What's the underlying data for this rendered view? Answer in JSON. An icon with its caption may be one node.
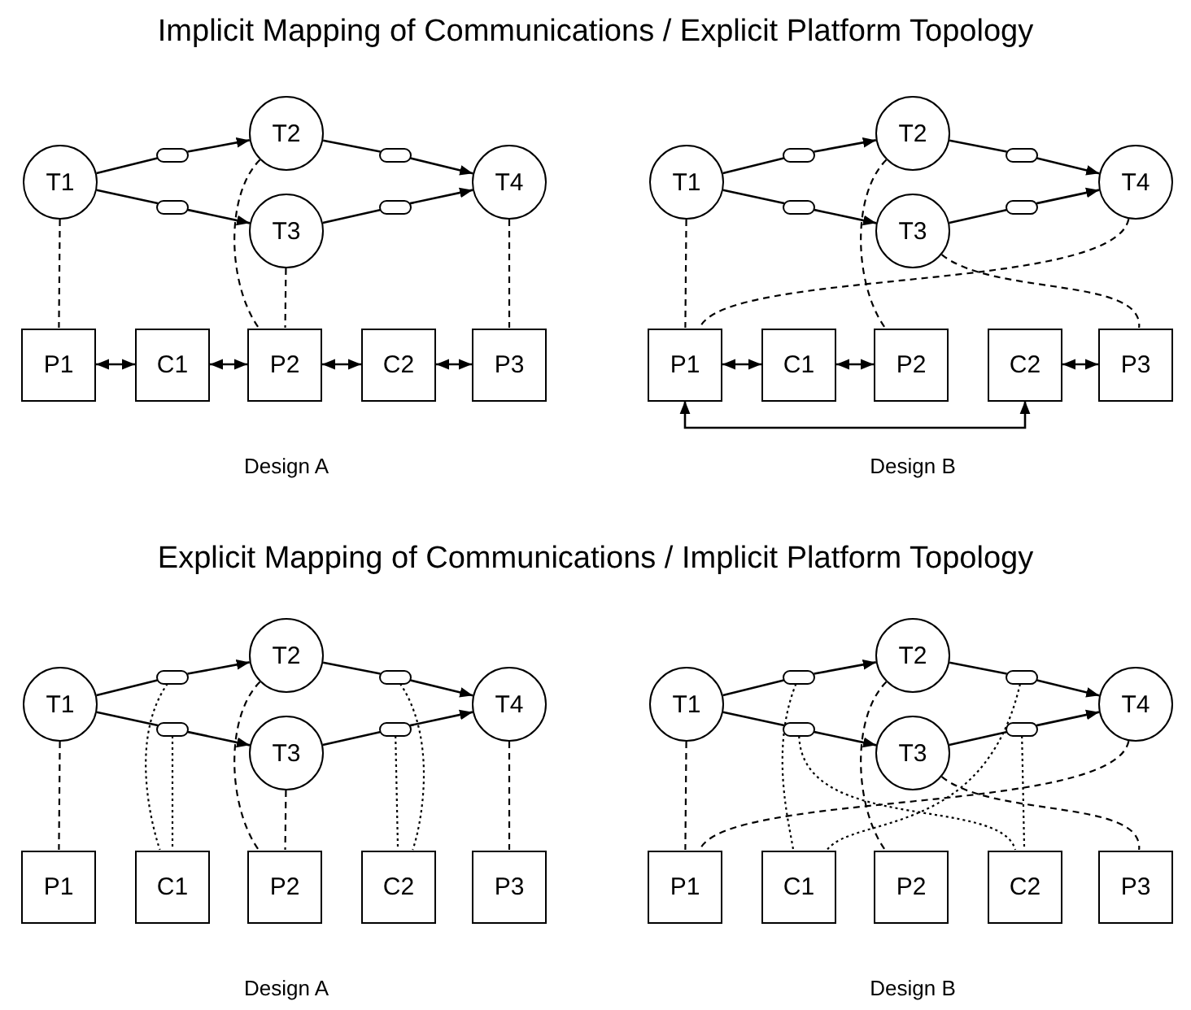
{
  "diagram": {
    "nodes": [
      {
        "text": [
          "T1"
        ]
      },
      {
        "text": [
          "T2"
        ]
      },
      {
        "text": [
          "T3"
        ]
      },
      {
        "text": [
          "T4"
        ]
      },
      {
        "text": [],
        "shape": "ellipse"
      },
      {
        "text": [],
        "shape": "ellipse"
      },
      {
        "text": [],
        "shape": "ellipse"
      },
      {
        "text": [],
        "shape": "ellipse"
      },
      {
        "text": [
          "P1"
        ]
      },
      {
        "text": [
          "C1"
        ]
      },
      {
        "text": [
          "P2"
        ]
      },
      {
        "text": [
          "C2"
        ]
      },
      {
        "text": [
          "P3"
        ]
      },
      {
        "text": [
          "T1"
        ]
      },
      {
        "text": [
          "T2"
        ]
      },
      {
        "text": [
          "T3"
        ]
      },
      {
        "text": [
          "T4"
        ]
      },
      {
        "text": [],
        "shape": "ellipse"
      },
      {
        "text": [],
        "shape": "ellipse"
      },
      {
        "text": [],
        "shape": "ellipse"
      },
      {
        "text": [],
        "shape": "ellipse"
      },
      {
        "text": [
          "P1"
        ]
      },
      {
        "text": [
          "C1"
        ]
      },
      {
        "text": [
          "P2"
        ]
      },
      {
        "text": [
          "C2"
        ]
      },
      {
        "text": [
          "P3"
        ]
      },
      {
        "text": [
          "T1"
        ]
      },
      {
        "text": [
          "T2"
        ]
      },
      {
        "text": [
          "T3"
        ]
      },
      {
        "text": [
          "T4"
        ]
      },
      {
        "text": [],
        "shape": "ellipse"
      },
      {
        "text": [],
        "shape": "ellipse"
      },
      {
        "text": [],
        "shape": "ellipse"
      },
      {
        "text": [],
        "shape": "ellipse"
      },
      {
        "text": [
          "P1"
        ]
      },
      {
        "text": [
          "C1"
        ]
      },
      {
        "text": [
          "P2"
        ]
      },
      {
        "text": [
          "C2"
        ]
      },
      {
        "text": [
          "P3"
        ]
      },
      {
        "text": [
          "T1"
        ]
      },
      {
        "text": [
          "T2"
        ]
      },
      {
        "text": [
          "T3"
        ]
      },
      {
        "text": [
          "T4"
        ]
      },
      {
        "text": [],
        "shape": "ellipse"
      },
      {
        "text": [],
        "shape": "ellipse"
      },
      {
        "text": [],
        "shape": "ellipse"
      },
      {
        "text": [],
        "shape": "ellipse"
      },
      {
        "text": [
          "P1"
        ]
      },
      {
        "text": [
          "C1"
        ]
      },
      {
        "text": [
          "P2"
        ]
      },
      {
        "text": [
          "C2"
        ]
      },
      {
        "text": [
          "P3"
        ]
      }
    ],
    "edges": [
      {
        "from": 0,
        "to": 4,
        "arrow": "none"
      },
      {
        "from": 4,
        "to": 1,
        "arrow": "to"
      },
      {
        "from": 0,
        "to": 5,
        "arrow": "none"
      },
      {
        "from": 5,
        "to": 2,
        "arrow": "to"
      },
      {
        "from": 1,
        "to": 6,
        "arrow": "none"
      },
      {
        "from": 6,
        "to": 3,
        "arrow": "to"
      },
      {
        "from": 2,
        "to": 7,
        "arrow": "none"
      },
      {
        "from": 7,
        "to": 3,
        "arrow": "to"
      },
      {
        "from": 0,
        "to": 8,
        "arrow": "none",
        "style": "dashed"
      },
      {
        "from": 1,
        "to": 10,
        "arrow": "none",
        "style": "dashed"
      },
      {
        "from": 2,
        "to": 10,
        "arrow": "none",
        "style": "dashed"
      },
      {
        "from": 3,
        "to": 12,
        "arrow": "none",
        "style": "dashed"
      },
      {
        "from": 8,
        "to": 9,
        "arrow": "both"
      },
      {
        "from": 9,
        "to": 10,
        "arrow": "both"
      },
      {
        "from": 10,
        "to": 11,
        "arrow": "both"
      },
      {
        "from": 11,
        "to": 12,
        "arrow": "both"
      },
      {
        "from": 13,
        "to": 17,
        "arrow": "none"
      },
      {
        "from": 17,
        "to": 14,
        "arrow": "to"
      },
      {
        "from": 13,
        "to": 18,
        "arrow": "none"
      },
      {
        "from": 18,
        "to": 15,
        "arrow": "to"
      },
      {
        "from": 14,
        "to": 19,
        "arrow": "none"
      },
      {
        "from": 19,
        "to": 16,
        "arrow": "to"
      },
      {
        "from": 15,
        "to": 20,
        "arrow": "none"
      },
      {
        "from": 20,
        "to": 16,
        "arrow": "to"
      },
      {
        "from": 13,
        "to": 21,
        "arrow": "none",
        "style": "dashed"
      },
      {
        "from": 14,
        "to": 23,
        "arrow": "none",
        "style": "dashed"
      },
      {
        "from": 15,
        "to": 25,
        "arrow": "none",
        "style": "dashed"
      },
      {
        "from": 16,
        "to": 21,
        "arrow": "none",
        "style": "dashed"
      },
      {
        "from": 21,
        "to": 22,
        "arrow": "both"
      },
      {
        "from": 22,
        "to": 23,
        "arrow": "both"
      },
      {
        "from": 24,
        "to": 25,
        "arrow": "both"
      },
      {
        "from": 21,
        "to": 24,
        "arrow": "both"
      },
      {
        "from": 26,
        "to": 30,
        "arrow": "none"
      },
      {
        "from": 30,
        "to": 27,
        "arrow": "to"
      },
      {
        "from": 26,
        "to": 31,
        "arrow": "none"
      },
      {
        "from": 31,
        "to": 28,
        "arrow": "to"
      },
      {
        "from": 27,
        "to": 32,
        "arrow": "none"
      },
      {
        "from": 32,
        "to": 29,
        "arrow": "to"
      },
      {
        "from": 28,
        "to": 33,
        "arrow": "none"
      },
      {
        "from": 33,
        "to": 29,
        "arrow": "to"
      },
      {
        "from": 26,
        "to": 34,
        "arrow": "none",
        "style": "dashed"
      },
      {
        "from": 27,
        "to": 36,
        "arrow": "none",
        "style": "dashed"
      },
      {
        "from": 28,
        "to": 36,
        "arrow": "none",
        "style": "dashed"
      },
      {
        "from": 29,
        "to": 38,
        "arrow": "none",
        "style": "dashed"
      },
      {
        "from": 30,
        "to": 35,
        "arrow": "none",
        "style": "dashed"
      },
      {
        "from": 31,
        "to": 35,
        "arrow": "none",
        "style": "dashed"
      },
      {
        "from": 32,
        "to": 37,
        "arrow": "none",
        "style": "dashed"
      },
      {
        "from": 33,
        "to": 37,
        "arrow": "none",
        "style": "dashed"
      },
      {
        "from": 39,
        "to": 43,
        "arrow": "none"
      },
      {
        "from": 43,
        "to": 40,
        "arrow": "to"
      },
      {
        "from": 39,
        "to": 44,
        "arrow": "none"
      },
      {
        "from": 44,
        "to": 41,
        "arrow": "to"
      },
      {
        "from": 40,
        "to": 45,
        "arrow": "none"
      },
      {
        "from": 45,
        "to": 42,
        "arrow": "to"
      },
      {
        "from": 41,
        "to": 46,
        "arrow": "none"
      },
      {
        "from": 46,
        "to": 42,
        "arrow": "to"
      },
      {
        "from": 39,
        "to": 47,
        "arrow": "none",
        "style": "dashed"
      },
      {
        "from": 40,
        "to": 49,
        "arrow": "none",
        "style": "dashed"
      },
      {
        "from": 41,
        "to": 51,
        "arrow": "none",
        "style": "dashed"
      },
      {
        "from": 42,
        "to": 47,
        "arrow": "none",
        "style": "dashed"
      },
      {
        "from": 43,
        "to": 48,
        "arrow": "none",
        "style": "dashed"
      },
      {
        "from": 44,
        "to": 50,
        "arrow": "none",
        "style": "dashed"
      },
      {
        "from": 45,
        "to": 48,
        "arrow": "none",
        "style": "dashed"
      },
      {
        "from": 46,
        "to": 50,
        "arrow": "none",
        "style": "dashed"
      }
    ],
    "labels": [
      "Implicit Mapping of Communications / Explicit Platform Topology",
      "Design A",
      "Design B",
      "Explicit Mapping of Communications / Implicit Platform Topology",
      "Design A",
      "Design B"
    ]
  }
}
